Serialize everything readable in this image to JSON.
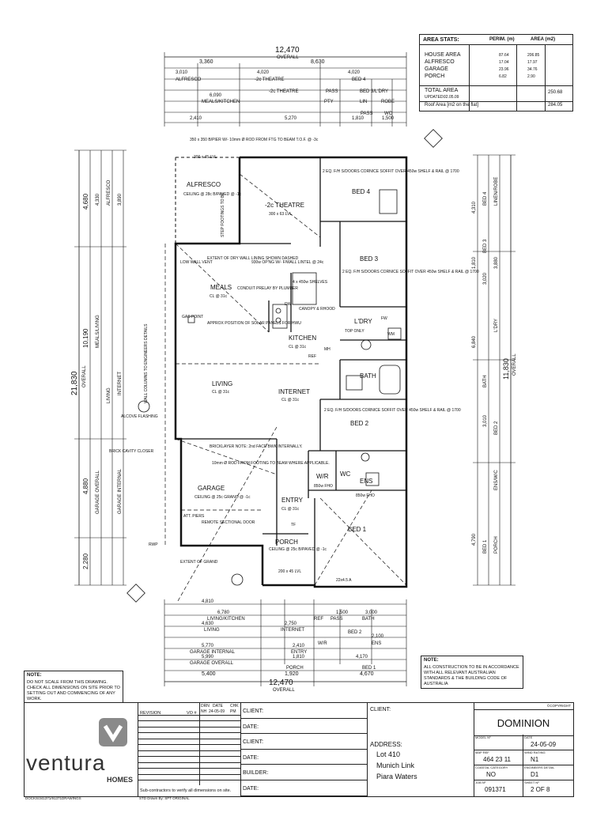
{
  "stats": {
    "heading": "AREA STATS:",
    "col_perim": "PERIM. (m)",
    "col_area": "AREA (m2)",
    "rows": [
      {
        "label": "HOUSE AREA",
        "perim": "87.64",
        "area": "206.85"
      },
      {
        "label": "ALFRESCO",
        "perim": "17.04",
        "area": "17.97"
      },
      {
        "label": "GARAGE",
        "perim": "23.96",
        "area": "34.76"
      },
      {
        "label": "PORCH",
        "perim": "6.82",
        "area": "2.90"
      }
    ],
    "total_label": "TOTAL AREA",
    "total_value": "250.68",
    "updated_label": "UPDATED:",
    "updated_value": "02.05.09",
    "roof_label": "Roof Area [m2 on the flat]",
    "roof_value": "284.05"
  },
  "dims": {
    "top": [
      "12,470",
      "OVERALL",
      "3,360",
      "8,630",
      "3,010",
      "ALFRESCO",
      "4,020",
      "-2c THEATRE",
      "4,020",
      "BED 4",
      "6,090",
      "MEALS/KITCHEN",
      "2,410",
      "5,270",
      "1,810",
      "1,500",
      "PASS",
      "WC",
      "-2c THEATRE",
      "BED 3/L'DRY",
      "PTY",
      "LIN",
      "ROBE",
      "PASS"
    ],
    "bottom": [
      "4,810",
      "6,780",
      "LIVING/KITCHEN",
      "4,630",
      "LIVING",
      "2,750",
      "1,500",
      "3,000",
      "BATH",
      "INTERNET",
      "5,770",
      "GARAGE INTERNAL",
      "5,990",
      "GARAGE OVERALL",
      "5,400",
      "1,920",
      "PORCH",
      "4,670",
      "BED 1",
      "12,470",
      "OVERALL",
      "ENTRY",
      "ENS",
      "BED 2",
      "W/R",
      "REF",
      "PASS",
      "1,810",
      "2,410",
      "4,170",
      "2,100"
    ],
    "left": [
      "21,830",
      "OVERALL",
      "10,190",
      "4,680",
      "2,280",
      "4,880",
      "GARAGE OVERALL",
      "GARAGE INTERNAL",
      "LIVING",
      "MEALS/LIVING",
      "INTERNET",
      "ALFRESCO",
      "4,330",
      "3,890"
    ],
    "right": [
      "11,830",
      "OVERALL",
      "4,310",
      "3,880",
      "4,790",
      "3,010",
      "3,020",
      "1,810",
      "BED 4",
      "BED 3",
      "L'DRY",
      "BATH",
      "BED 2",
      "ENS/W/C",
      "BED 1",
      "PORCH",
      "LINEN/ROBE",
      "6,840"
    ]
  },
  "rooms": [
    {
      "name": "ALFRESCO",
      "note": "CEILING @ 28c B/PAVED @ -1c"
    },
    {
      "name": "-2c THEATRE",
      "note": "300 x 63 LVL"
    },
    {
      "name": "BED 4",
      "note": "2 EQ. F/H S/DOORS CORNICE SOFFIT OVER 450w SHELF & RAIL @ 1700"
    },
    {
      "name": "BED 3",
      "note": "2 EQ. F/H S/DOORS CORNICE SOFFIT OVER 450w SHELF & RAIL @ 1700"
    },
    {
      "name": "MEALS",
      "note": "CL @ 31c"
    },
    {
      "name": "L'DRY",
      "note": "TOP ONLY"
    },
    {
      "name": "KITCHEN",
      "note": "CL @ 31c"
    },
    {
      "name": "BATH",
      "note": ""
    },
    {
      "name": "LIVING",
      "note": "CL @ 31c"
    },
    {
      "name": "INTERNET",
      "note": "CL @ 31c"
    },
    {
      "name": "BED 2",
      "note": "2 EQ. F/H S/DOORS CORNICE SOFFIT OVER 450w SHELF & RAIL @ 1700"
    },
    {
      "name": "GARAGE",
      "note": "CEILING @ 25c GRANO @ -1c"
    },
    {
      "name": "ENTRY",
      "note": "CL @ 31c"
    },
    {
      "name": "W/R",
      "note": "850w FHO"
    },
    {
      "name": "WC",
      "note": ""
    },
    {
      "name": "ENS",
      "note": ""
    },
    {
      "name": "PORCH",
      "note": "CEILING @ 25c B/PAVED @ -1c"
    },
    {
      "name": "BED 1",
      "note": "850w FHO"
    }
  ],
  "notes_text": [
    "350 x 350 B/PIER W/- 10mm Ø ROD FROM FTG TO BEAM T.O.F. @ -3c",
    "300 x 45 LVL",
    "EXTENT OF DRY WALL LINING SHOWN DASHED",
    "LOW WALL VENT",
    "CONDUIT PRELAY BY PLUMBER",
    "APPROX POSITION OF SOLAR PANELS FOR HWU",
    "930w OP'NG W/- F/WALL LINTEL @ 24c",
    "4 x 450w SHELVES",
    "CANOPY & RHOOD",
    "WALL COLUMNS TO ENGINEERS DETAILS",
    "GAS POINT",
    "ALCOVE FLASHING",
    "BRICK CAVITY CLOSER",
    "BRICKLAYER NOTE: 2nd FACE BWK INTERNALLY.",
    "10mm Ø ROD FROM FOOTING TO BEAM WHERE APPLICABLE.",
    "ATT. PIERS",
    "REMOTE SECTIONAL DOOR",
    "EXTENT OF GRAND",
    "200 x 45 LVL",
    "22x4.5 A",
    "STEP FOOTINGS TO BE",
    "RWP",
    "MH",
    "REF",
    "DW",
    "FW",
    "TF",
    "WM"
  ],
  "note_right": {
    "heading": "NOTE:",
    "text": "ALL CONSTRUCTION TO BE IN ACCORDANCE WITH ALL RELEVANT AUSTRALIAN STANDARDS & THE BUILDING CODE OF AUSTRALIA"
  },
  "note_left": {
    "heading": "NOTE:",
    "text": "DO NOT SCALE FROM THIS DRAWING. CHECK ALL DIMENSIONS ON SITE PRIOR TO SETTING OUT AND COMMENCING OF ANY WORK."
  },
  "title_block": {
    "logo_word": "ventura",
    "logo_sub": "HOMES",
    "revision_label": "REVISION",
    "vo_label": "VO #",
    "drn_label": "DRN",
    "date_label": "DATE",
    "chk_label": "CHK",
    "drn_value": "NH",
    "date_value": "24-05-09",
    "chk_value": "PM",
    "subcontractors": "Sub-contractors to verify all dimensions on site.",
    "sign_rows": [
      "CLIENT:",
      "DATE:",
      "CLIENT:",
      "DATE:",
      "BUILDER:",
      "DATE:"
    ],
    "client_label": "CLIENT:",
    "address_label": "ADDRESS:",
    "address_lines": [
      "Lot 410",
      "Munich Link",
      "Piara Waters"
    ],
    "copyright": "©COPYRIGHT",
    "model": "DOMINION",
    "model_label": "MODEL Nº",
    "date_label2": "DATE",
    "date2": "24-05-09",
    "map_ref_label": "MAP REF",
    "map_ref": "464 23 11",
    "wind_label": "WIND RATING",
    "wind": "N1",
    "coastal_label": "COASTAL CATEGORY",
    "coastal": "NO",
    "eng_label": "ENGINEERS DETAIL",
    "eng": "D1",
    "job_label": "JOB Nº",
    "job": "091371",
    "sheet_label": "SHEET Nº",
    "sheet": "2 OF 8",
    "doc_path": "DOCKS/341371/91371DRAWINGS",
    "std_drawn": "STD Drawn By: SPT ORIGINAL"
  }
}
